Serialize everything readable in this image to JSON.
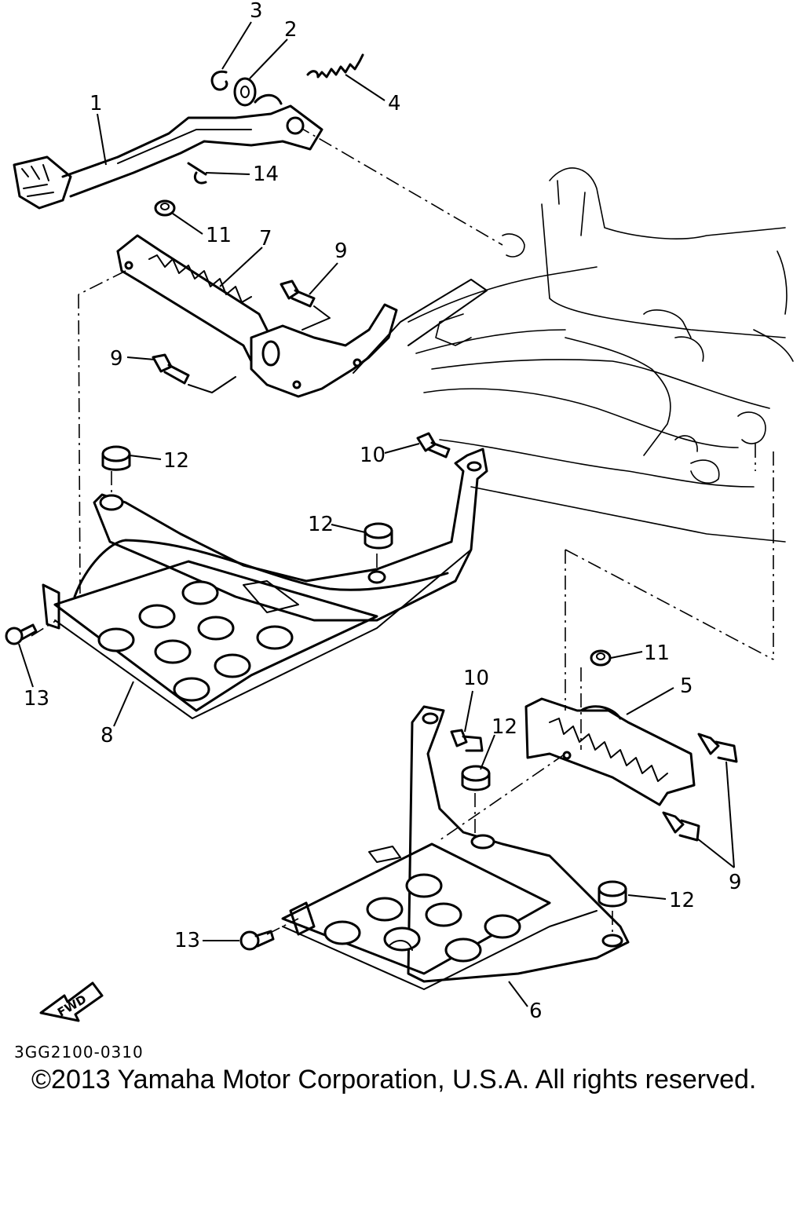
{
  "callouts": {
    "c1": "1",
    "c2": "2",
    "c3": "3",
    "c4": "4",
    "c5": "5",
    "c6": "6",
    "c7": "7",
    "c8": "8",
    "c9a": "9",
    "c9b": "9",
    "c9c": "9",
    "c10a": "10",
    "c10b": "10",
    "c11a": "11",
    "c11b": "11",
    "c12a": "12",
    "c12b": "12",
    "c12c": "12",
    "c12d": "12",
    "c13a": "13",
    "c13b": "13",
    "c14": "14"
  },
  "fwd_label": "FWD",
  "diagram_code": "3GG2100-0310",
  "copyright": "©2013 Yamaha Motor Corporation, U.S.A. All rights reserved."
}
